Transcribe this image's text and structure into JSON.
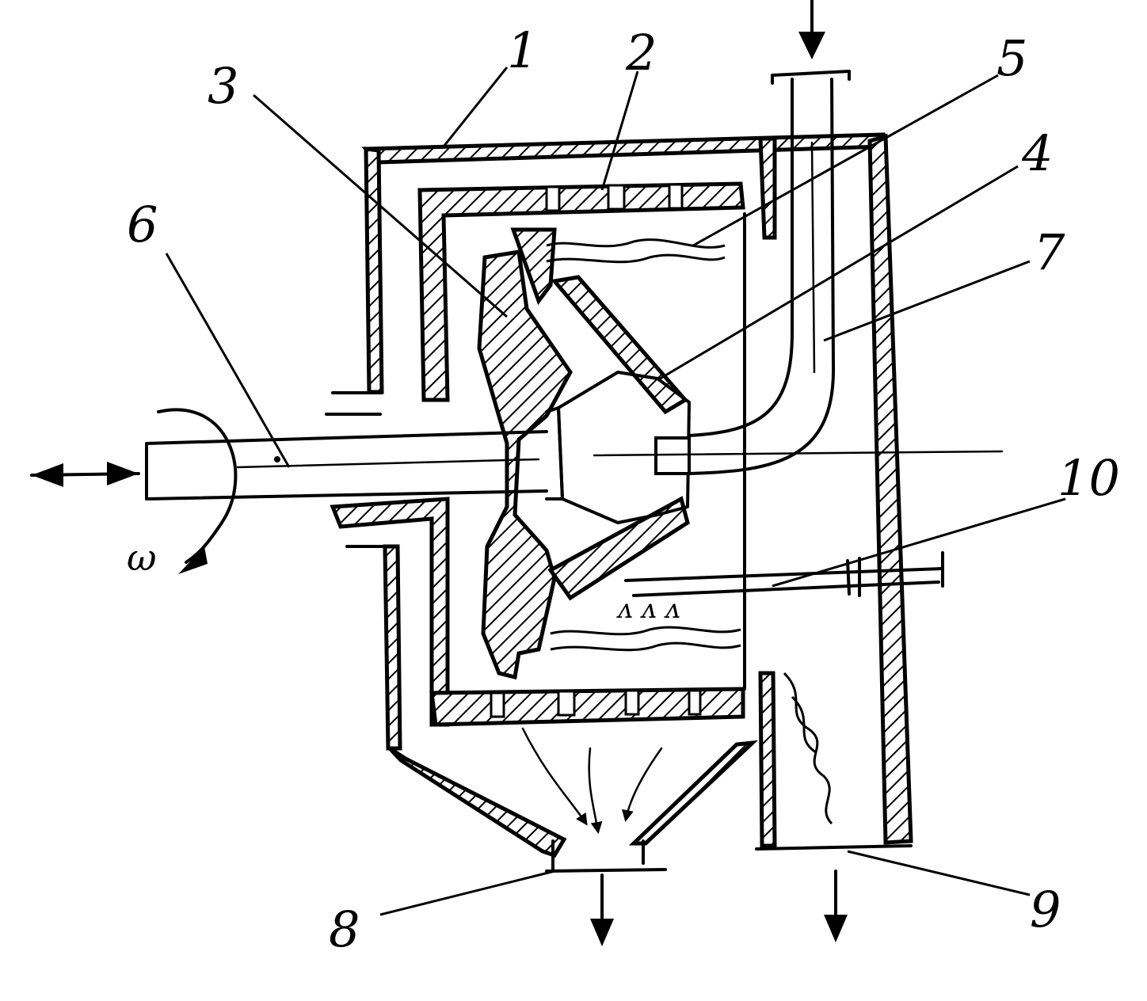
{
  "figure": {
    "labels": [
      {
        "id": "label-1",
        "text": "1"
      },
      {
        "id": "label-2",
        "text": "2"
      },
      {
        "id": "label-3",
        "text": "3"
      },
      {
        "id": "label-4",
        "text": "4"
      },
      {
        "id": "label-5",
        "text": "5"
      },
      {
        "id": "label-6",
        "text": "6"
      },
      {
        "id": "label-7",
        "text": "7"
      },
      {
        "id": "label-8",
        "text": "8"
      },
      {
        "id": "label-9",
        "text": "9"
      },
      {
        "id": "label-10",
        "text": "10"
      }
    ],
    "rotation_symbol": "ω",
    "ink_color": "#000000",
    "background_color": "#ffffff"
  }
}
